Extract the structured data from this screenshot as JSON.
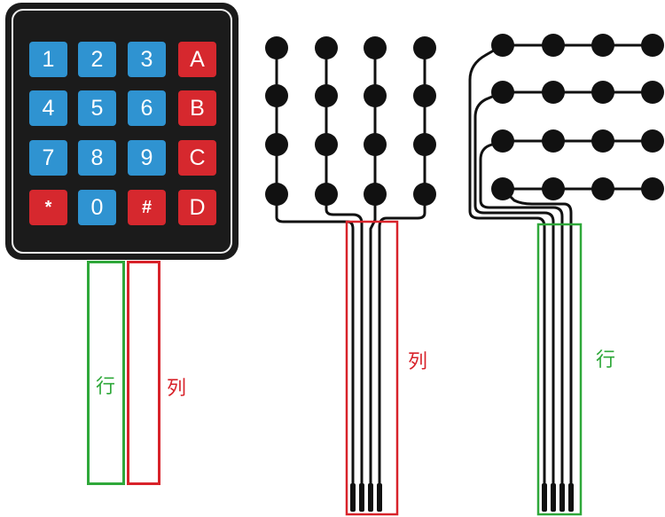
{
  "keypad": {
    "rows": [
      [
        "1",
        "2",
        "3",
        "A"
      ],
      [
        "4",
        "5",
        "6",
        "B"
      ],
      [
        "7",
        "8",
        "9",
        "C"
      ],
      [
        "*",
        "0",
        "#",
        "D"
      ]
    ]
  },
  "labels": {
    "keypad_rows": "行",
    "keypad_cols": "列",
    "column_diagram": "列",
    "row_diagram": "行"
  },
  "colors": {
    "key_blue": "#2f93d1",
    "key_red": "#d6282e",
    "rows_highlight": "#2fa83a",
    "cols_highlight": "#d8232a",
    "keypad_body": "#1b1b1b"
  }
}
